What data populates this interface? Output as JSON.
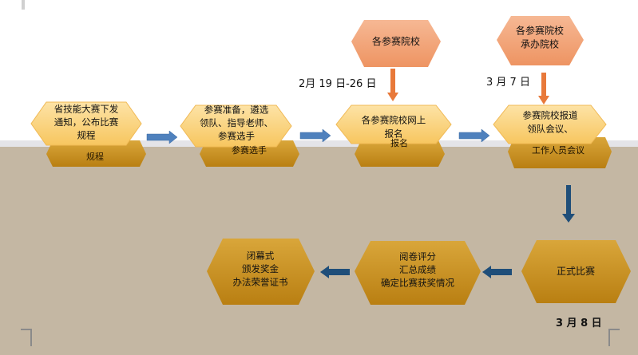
{
  "nodes": {
    "n1": [
      "省技能大赛下发",
      "通知，公布比赛",
      "规程"
    ],
    "n1_back": "规程",
    "n2": [
      "参赛准备，遴选",
      "领队、指导老师、",
      "参赛选手"
    ],
    "n2_back": "参赛选手",
    "n3": [
      "各参赛院校网上",
      "报名"
    ],
    "n3_back": "报名",
    "n4": [
      "参赛院校报道",
      "领队会议、"
    ],
    "n4_back": "工作人员会议",
    "schools1": [
      "各参赛院校"
    ],
    "schools2": [
      "各参赛院校",
      "承办院校"
    ],
    "n5": [
      "正式比赛"
    ],
    "n6": [
      "阅卷评分",
      "汇总成绩",
      "确定比赛获奖情况"
    ],
    "n7": [
      "闭幕式",
      "颁发奖金",
      "办法荣誉证书"
    ]
  },
  "dates": {
    "registration": "2月 19 日-26 日",
    "check_in": "3 月 7 日",
    "competition": "3 月 8 日"
  },
  "colors": {
    "front_hex": "#fbd583",
    "back_hex": "#c8901e",
    "pink_hex": "#f3a37b",
    "blue_arrow": "#4f81bd",
    "dark_arrow": "#1f4e79",
    "orange_arrow": "#e8793a"
  }
}
